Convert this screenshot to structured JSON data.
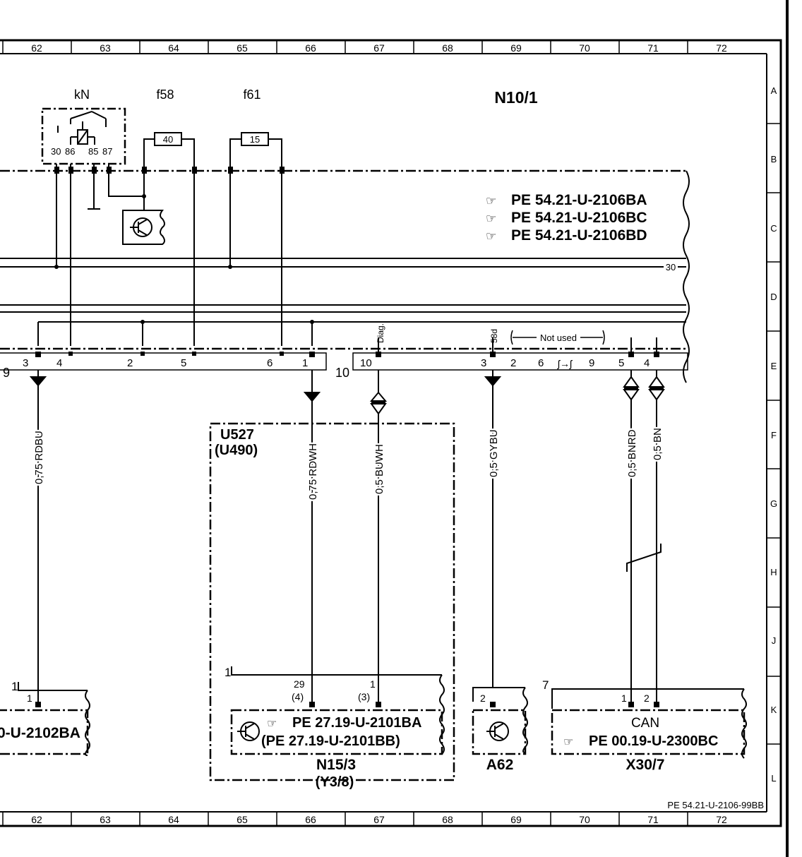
{
  "grid": {
    "columns": [
      "62",
      "63",
      "64",
      "65",
      "66",
      "67",
      "68",
      "69",
      "70",
      "71",
      "72"
    ],
    "rows": [
      "A",
      "B",
      "C",
      "D",
      "E",
      "F",
      "G",
      "H",
      "J",
      "K",
      "L"
    ]
  },
  "components": {
    "relay": {
      "label": "kN",
      "pins": [
        "30",
        "86",
        "85",
        "87"
      ]
    },
    "fuse_f58": {
      "label": "f58",
      "value": "40"
    },
    "fuse_f61": {
      "label": "f61",
      "value": "15"
    },
    "module": {
      "label": "N10/1",
      "terminal": "30"
    },
    "u527": {
      "line1": "U527",
      "line2": "(U490)"
    },
    "n15": {
      "label": "N15/3",
      "sub": "(Y3/8)",
      "index": "1",
      "ref_text": "PE  27.19-U-2101BA",
      "ref_text2": "(PE  27.19-U-2101BB)",
      "ref_paren_close": ")"
    },
    "a62": {
      "label": "A62",
      "pin": "2"
    },
    "x30": {
      "label": "X30/7",
      "index": "7",
      "can": "CAN",
      "ref_text": "PE  00.19-U-2300BC",
      "pin1": "1",
      "pin2": "2"
    },
    "left_conn": {
      "index": "1",
      "pin": "1",
      "ref_partial": "0-U-2102BA"
    }
  },
  "references": [
    "PE  54.21-U-2106BA",
    "PE  54.21-U-2106BC",
    "PE  54.21-U-2106BD"
  ],
  "connector9": {
    "number": "9",
    "pins": [
      "3",
      "4",
      "2",
      "5",
      "6",
      "1"
    ]
  },
  "connector10": {
    "number": "10",
    "pins": [
      "10",
      "3",
      "2",
      "6",
      "9",
      "5",
      "4"
    ],
    "diag": "Diag.",
    "c58d": "58d",
    "not_used": "Not used"
  },
  "wires": {
    "rdbu": "0,75  RDBU",
    "rdwh": "0,75  RDWH",
    "buwh": "0,5  BUWH",
    "gybu": "0,5  GYBU",
    "bnrd": "0,5  BNRD",
    "bn": "0,5  BN"
  },
  "n15_pins": {
    "p29": "29",
    "p4": "(4)",
    "p1": "1",
    "p3": "(3)"
  },
  "footer_ref": "PE  54.21-U-2106-99BB"
}
